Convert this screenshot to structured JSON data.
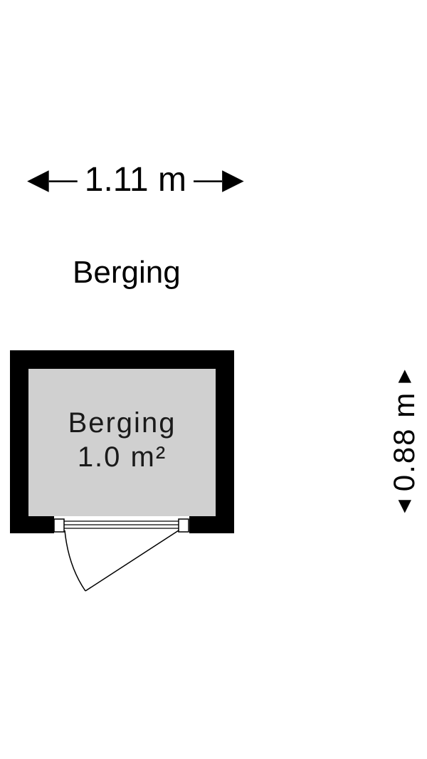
{
  "dimensions": {
    "width_label": "1.11 m",
    "height_label": "0.88 m",
    "arrow_left": "◀",
    "arrow_right": "▶"
  },
  "floor": {
    "title": "Berging"
  },
  "room": {
    "name": "Berging",
    "area": "1.0 m²"
  },
  "colors": {
    "wall": "#000000",
    "floor_fill": "#d0d0d0",
    "background": "#ffffff"
  }
}
